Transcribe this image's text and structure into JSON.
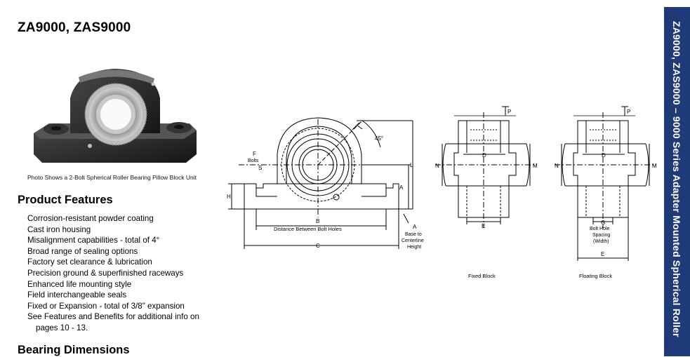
{
  "page": {
    "title": "ZA9000, ZAS9000",
    "photo_caption": "Photo Shows a 2-Bolt Spherical Roller Bearing Pillow Block Unit",
    "side_tab": "ZA9000, ZAS9000 – 9000 Series Adapter Mounted Spherical Roller"
  },
  "product_features": {
    "heading": "Product Features",
    "items": [
      "Corrosion-resistant powder coating",
      "Cast iron housing",
      "Misalignment capabilities - total of 4°",
      "Broad range of sealing options",
      "Factory set clearance & lubrication",
      "Precision ground & superfinished raceways",
      "Enhanced life mounting style",
      "Field interchangeable seals",
      "Fixed or Expansion - total of 3/8\" expansion",
      "See Features and Benefits for additional info on",
      "pages 10 - 13."
    ]
  },
  "bearing_dimensions": {
    "heading": "Bearing Dimensions"
  },
  "diagram": {
    "front_view": {
      "label_f": "F",
      "label_bolts": "Bolts",
      "label_s": "S",
      "label_h": "H",
      "label_b": "B",
      "label_distance": "Distance Between Bolt Holes",
      "label_c": "C",
      "label_angle": "45°",
      "label_l": "L",
      "label_a": "A",
      "label_a2": "A",
      "label_base1": "Base to",
      "label_base2": "Centerline",
      "label_base3": "Height"
    },
    "fixed_block": {
      "caption": "Fixed Block",
      "label_p": "P",
      "label_d": "D",
      "label_n": "N",
      "label_m": "M",
      "label_e": "E"
    },
    "floating_block": {
      "caption": "Floating Block",
      "label_p": "P",
      "label_d": "D",
      "label_n": "N",
      "label_m": "M",
      "label_g": "G",
      "label_bolt1": "Bolt Hole",
      "label_bolt2": "Spacing",
      "label_bolt3": "(Width)",
      "label_e": "E"
    }
  },
  "colors": {
    "side_band": "#1f3a78",
    "housing": "#2d2d2d"
  },
  "icons": [
    "pillow-block-photo"
  ]
}
